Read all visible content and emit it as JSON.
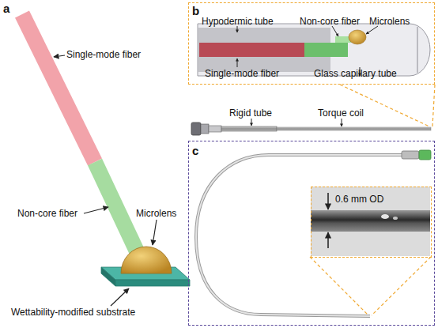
{
  "diagram": {
    "nodes": [
      {
        "text": [
          "b",
          "Hypodermic tube",
          "Non-core fiber",
          "Microlens",
          "Single-mode fiber",
          "Glass capillary tube"
        ]
      },
      {
        "text": [
          "c"
        ]
      },
      {
        "text": [
          "0.6 mm OD"
        ],
        "in": 1
      }
    ],
    "labels": [
      "a",
      "Single-mode fiber",
      "Non-core fiber",
      "Microlens",
      "Wettability-modified substrate",
      "Rigid tube",
      "Torque coil"
    ]
  }
}
